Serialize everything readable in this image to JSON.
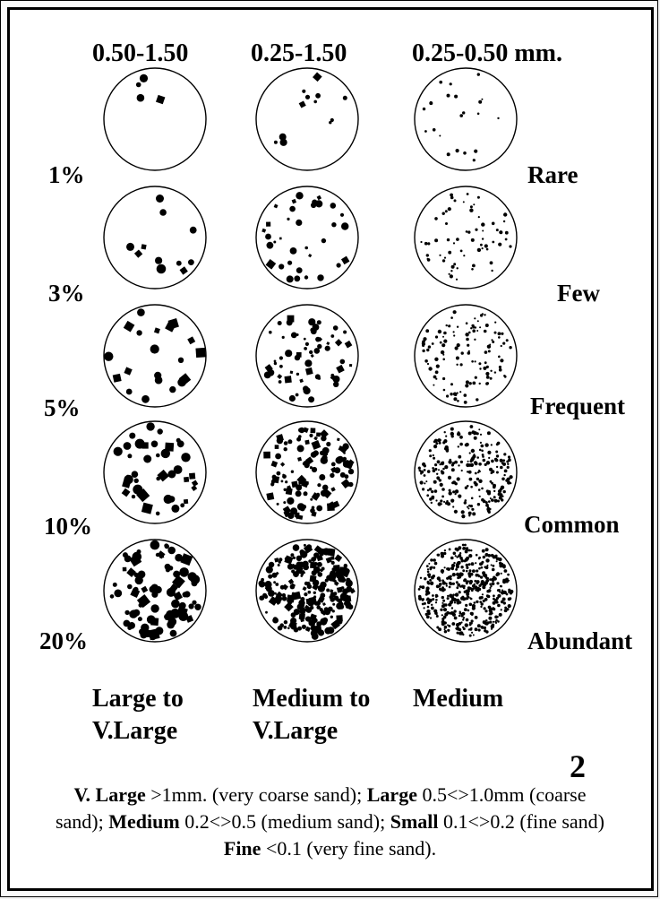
{
  "columns": [
    "0.50-1.50",
    "0.25-1.50",
    "0.25-0.50 mm."
  ],
  "percentages": [
    "1%",
    "3%",
    "5%",
    "10%",
    "20%"
  ],
  "labels": [
    "Rare",
    "Few",
    "Frequent",
    "Common",
    "Abundant"
  ],
  "size_classes": [
    [
      "Large to",
      "V.Large"
    ],
    [
      "Medium to",
      "V.Large"
    ],
    [
      "Medium",
      ""
    ]
  ],
  "figure_number": "2",
  "legend": {
    "line1": [
      {
        "term": "V. Large",
        "desc": " >1mm. (very coarse sand);  "
      },
      {
        "term": "Large",
        "desc": " 0.5<>1.0mm (coarse"
      }
    ],
    "line2": [
      {
        "term": "",
        "desc": "sand);  "
      },
      {
        "term": "Medium",
        "desc": " 0.2<>0.5 (medium sand);  "
      },
      {
        "term": "Small",
        "desc": " 0.1<>0.2 (fine sand)"
      }
    ],
    "line3": [
      {
        "term": "Fine",
        "desc": " <0.1 (very fine sand)."
      }
    ]
  },
  "chart_data": {
    "type": "table",
    "rows": [
      {
        "percent": 1,
        "label": "Rare",
        "particles": [
          4,
          12,
          22
        ]
      },
      {
        "percent": 3,
        "label": "Few",
        "particles": [
          11,
          35,
          65
        ]
      },
      {
        "percent": 5,
        "label": "Frequent",
        "particles": [
          20,
          60,
          120
        ]
      },
      {
        "percent": 10,
        "label": "Common",
        "particles": [
          40,
          120,
          240
        ]
      },
      {
        "percent": 20,
        "label": "Abundant",
        "particles": [
          80,
          240,
          480
        ]
      }
    ],
    "size_ranges_mm": [
      [
        0.5,
        1.5
      ],
      [
        0.25,
        1.5
      ],
      [
        0.25,
        0.5
      ]
    ]
  }
}
